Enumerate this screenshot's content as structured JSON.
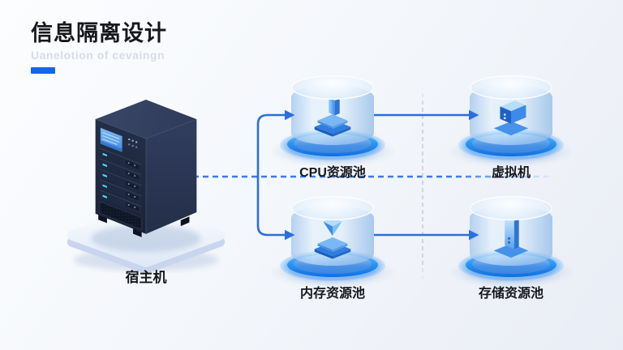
{
  "header": {
    "title": "信息隔离设计",
    "subtitle": "Uanelotion of cevaingn"
  },
  "host": {
    "label": "宿主机"
  },
  "pools": [
    {
      "id": "cpu",
      "label": "CPU资源池",
      "icon": "cpu-chip-icon"
    },
    {
      "id": "vm",
      "label": "虚拟机",
      "icon": "vm-box-icon"
    },
    {
      "id": "memory",
      "label": "内存资源池",
      "icon": "memory-crystal-icon"
    },
    {
      "id": "storage",
      "label": "存储资源池",
      "icon": "storage-disk-icon"
    }
  ],
  "colors": {
    "accent": "#1565ef",
    "arrow": "#2c6fd9",
    "dashed_link": "#3b79e4",
    "divider_dashed": "#c6ced9",
    "ring_glow": "#1e8af0",
    "label_text": "#16181d"
  }
}
